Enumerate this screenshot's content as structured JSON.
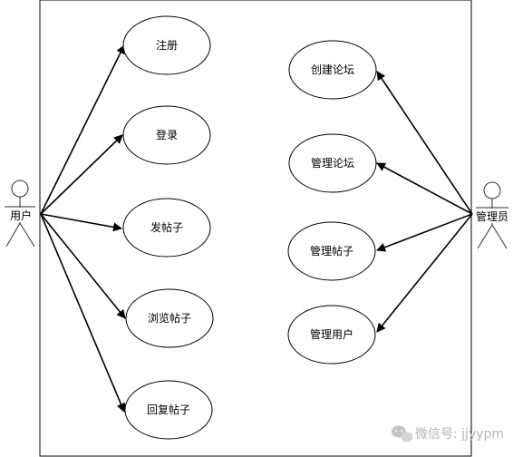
{
  "actors": {
    "user": "用户",
    "admin": "管理员"
  },
  "use_cases": {
    "register": "注册",
    "login": "登录",
    "post": "发帖子",
    "browse": "浏览帖子",
    "reply": "回复帖子",
    "create_forum": "创建论坛",
    "manage_forum": "管理论坛",
    "manage_posts": "管理帖子",
    "manage_users": "管理用户"
  },
  "watermark": "微信号: jjyypm"
}
